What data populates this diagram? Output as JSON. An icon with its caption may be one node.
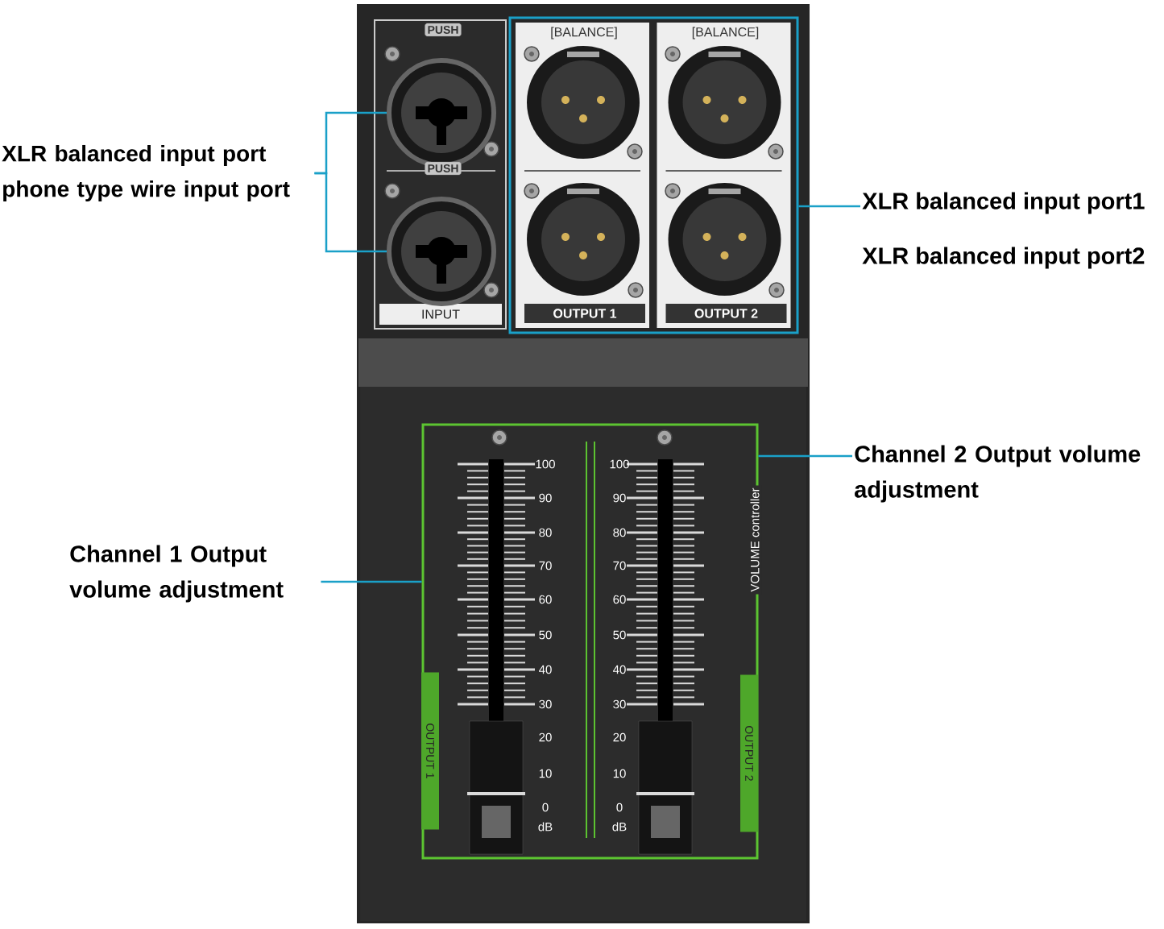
{
  "diagram": {
    "nodes": [
      {
        "text": [
          "INPUT"
        ]
      },
      {
        "text": [],
        "shape": "circle",
        "in": 0
      },
      {
        "text": [],
        "shape": "circle",
        "in": 0
      },
      {
        "text": [],
        "shape": "box"
      },
      {
        "text": [
          "[BALANCE]",
          "OUTPUT 1"
        ],
        "in": 3
      },
      {
        "text": [
          "[BALANCE]",
          "OUTPUT 2"
        ],
        "in": 3
      },
      {
        "text": [
          "XLR balanced input port phone type wire input port"
        ]
      },
      {
        "text": [
          "XLR balanced input port1",
          "XLR balanced input port2"
        ]
      },
      {
        "text": [
          "VOLUME controller"
        ]
      },
      {
        "text": [
          "OUTPUT 1"
        ],
        "in": 8
      },
      {
        "text": [
          "OUTPUT 2"
        ],
        "in": 8
      },
      {
        "text": [
          "Channel 2 Output volume adjustment"
        ]
      },
      {
        "text": [
          "Channel 1 Output volume adjustment"
        ]
      }
    ],
    "edges": [
      {
        "from": 6,
        "to": 1,
        "arrow": "none"
      },
      {
        "from": 6,
        "to": 2,
        "arrow": "none"
      },
      {
        "from": 7,
        "to": 3,
        "arrow": "none"
      },
      {
        "from": 11,
        "to": 8,
        "arrow": "none"
      },
      {
        "from": 12,
        "to": 8,
        "arrow": "none"
      }
    ],
    "labels": [
      "PUSH",
      "PUSH",
      "100",
      "100",
      "90",
      "90",
      "80",
      "80",
      "70",
      "70",
      "60",
      "60",
      "50",
      "50",
      "40",
      "40",
      "30",
      "30",
      "20",
      "20",
      "10",
      "10",
      "0",
      "0",
      "dB",
      "dB"
    ]
  }
}
